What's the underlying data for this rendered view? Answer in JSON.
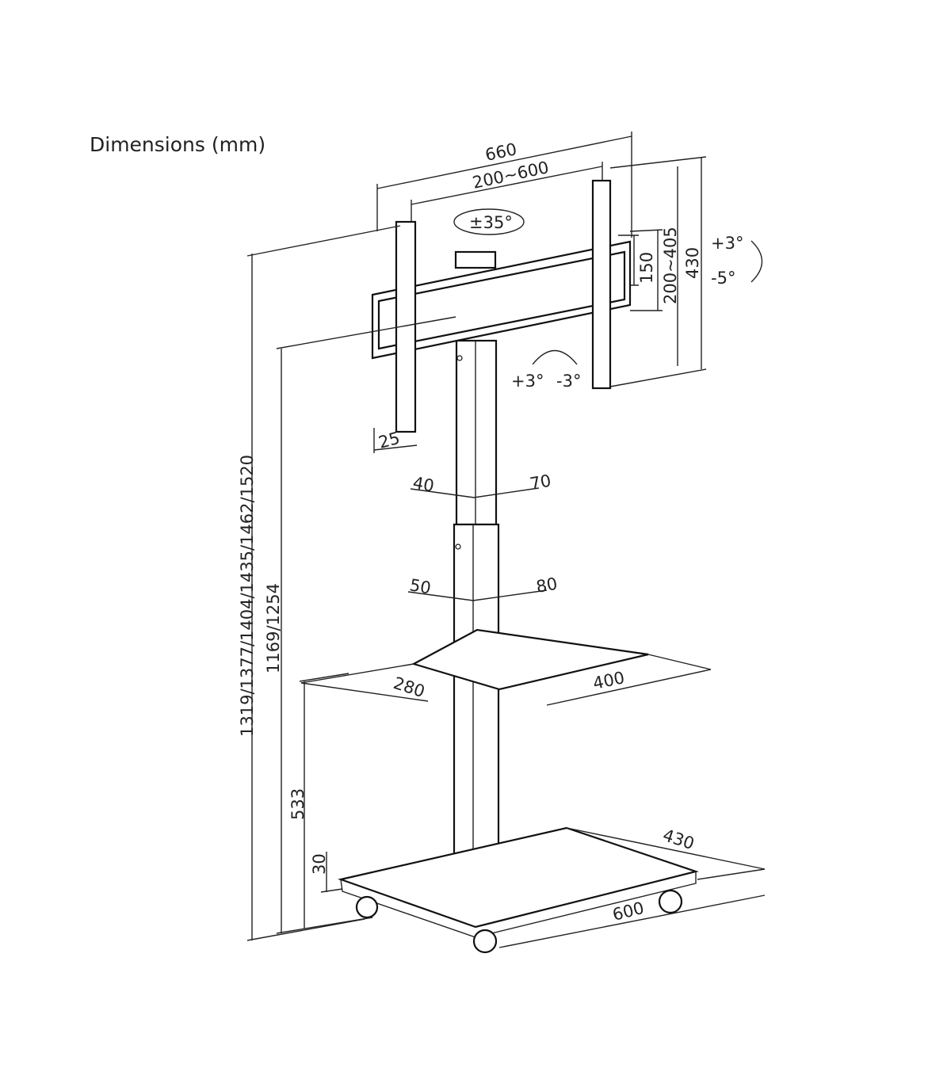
{
  "title": "Dimensions (mm)",
  "labels": {
    "mount_width": "660",
    "vesa_width": "200~600",
    "swivel": "±35°",
    "plate_height": "150",
    "vesa_height": "200~405",
    "mount_height": "430",
    "tilt_up": "+3°",
    "tilt_down": "-5°",
    "level_plus": "+3°",
    "level_minus": "-3°",
    "depth_arm": "25",
    "upper_pole_depth": "40",
    "upper_pole_width": "70",
    "lower_pole_depth": "50",
    "lower_pole_width": "80",
    "shelf_depth": "280",
    "shelf_width": "400",
    "total_height": "1319/1377/1404/1435/1462/1520",
    "center_height": "1169/1254",
    "shelf_height": "533",
    "base_height": "30",
    "base_depth": "430",
    "base_width": "600"
  }
}
